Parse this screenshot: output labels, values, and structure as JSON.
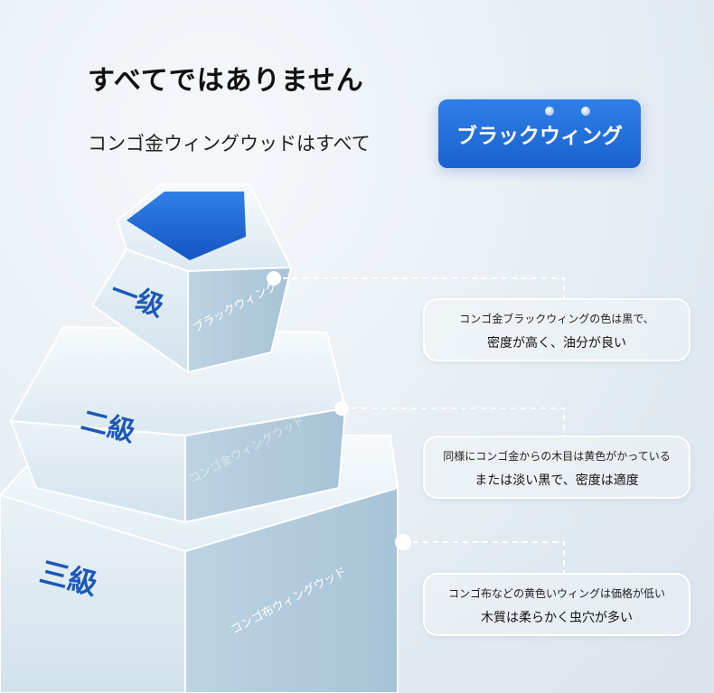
{
  "header": {
    "title": "すべてではありません",
    "subtitle": "コンゴ金ウィングウッドはすべて",
    "badge_label": "ブラックウィング"
  },
  "pyramid": {
    "levels": [
      {
        "label": "一级",
        "face_text": "ブラックウィング"
      },
      {
        "label": "二級",
        "face_text": "コンゴ金ウィングウッド"
      },
      {
        "label": "三級",
        "face_text": "コンゴ布ウィングウッド"
      }
    ]
  },
  "callouts": [
    {
      "line1": "コンゴ金ブラックウィングの色は黒で、",
      "line2": "密度が高く、油分が良い"
    },
    {
      "line1": "同様にコンゴ金からの木目は黄色がかっている",
      "line2": "または淡い黒で、密度は適度"
    },
    {
      "line1": "コンゴ布などの黄色いウィングは価格が低い",
      "line2": "木質は柔らかく虫穴が多い"
    }
  ],
  "colors": {
    "accent": "#1a62cf",
    "label_blue": "#1c58b8"
  }
}
